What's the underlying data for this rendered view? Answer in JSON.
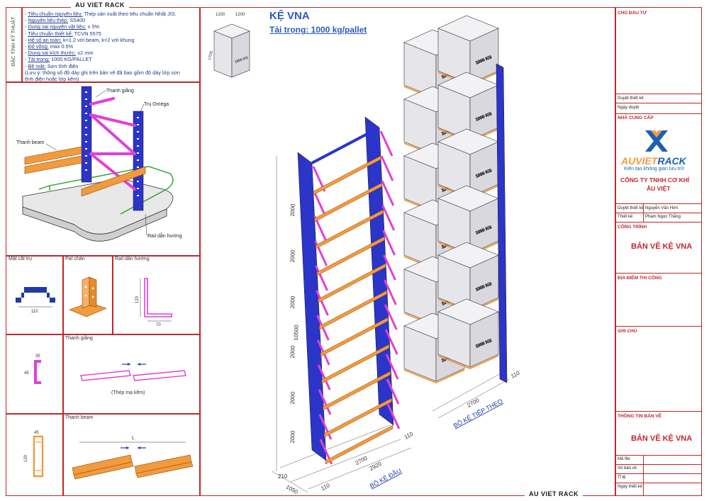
{
  "header": {
    "company_top": "AU VIET RACK",
    "company_bottom": "AU VIET RACK",
    "side_label": "ĐẶC TÍNH KỸ THUẬT"
  },
  "specs": [
    {
      "key": "Tiêu chuẩn nguyên liệu:",
      "val": " Thép sản xuất theo tiêu chuẩn Nhật JIS."
    },
    {
      "key": "Nguyên liệu thép:",
      "val": " SS400"
    },
    {
      "key": "Dung sai nguyên vật liệu:",
      "val": " ± 5%"
    },
    {
      "key": "Tiêu chuẩn thiết kế:",
      "val": " TCVN 5575"
    },
    {
      "key": "Hệ số an toàn:",
      "val": " k=1.2 với beam, k=2 với khung"
    },
    {
      "key": "Độ võng:",
      "val": " max 0.5%"
    },
    {
      "key": "Dung sai kích thước:",
      "val": " ±2 mm"
    },
    {
      "key": "Tải trọng:",
      "val": " 1000 KG/PALLET"
    },
    {
      "key": "Bề mặt:",
      "val": " Sơn tĩnh điện"
    }
  ],
  "spec_note_1": "(Lưu ý: thông số độ dày ghi trên bản vẽ đã bao gồm độ dày lớp sơn",
  "spec_note_2": "tĩnh điện hoặc lớp kẽm)",
  "iso": {
    "thanh_giang": "Thanh giằng",
    "tru_omega": "Trụ Omega",
    "thanh_beam": "Thanh beam",
    "rail": "Rail dẫn hướng"
  },
  "sections": {
    "mat_cat_tru": "Mặt cắt trụ",
    "pat_chan": "Pat chân",
    "rail_dan_huong": "Rail dẫn hướng",
    "thanh_giang": "Thanh giằng",
    "thanh_beam": "Thanh beam",
    "thep_ma_kem": "(Thép mạ kẽm)",
    "dim_110": "110",
    "dim_120": "120",
    "dim_70": "70",
    "dim_35": "35",
    "dim_45": "45",
    "dim_45b": "45",
    "dim_120b": "120",
    "dim_L": "L"
  },
  "title": {
    "main": "KỆ VNA",
    "sub": "Tải trọng: 1000 kg/pallet"
  },
  "pallet_icon": {
    "w": "1200",
    "d": "1200",
    "h": "1700",
    "load": "1000 KG"
  },
  "main_dims": {
    "total_height": "10500",
    "levels": [
      "2000",
      "2000",
      "2000",
      "2000",
      "2000",
      "2000"
    ],
    "bottom_h": "210",
    "depth": "1050",
    "len": "2700",
    "len2": "2920",
    "w110a": "110",
    "w110b": "110",
    "w110c": "110",
    "len_cont": "2700"
  },
  "bay_labels": {
    "first": "BỘ KỆ ĐẦU",
    "next": "BỘ KỆ TIẾP THEO"
  },
  "box_label": "1000 KG",
  "title_block": {
    "chu_dau_tu": "CHỦ ĐẦU TƯ",
    "duyet_tk": "Duyệt thiết kế",
    "ngay_duyet": "Ngày duyệt",
    "nha_cung_cap": "NHÀ CUNG CẤP",
    "logo_au": "AUVIET",
    "logo_rack": "RACK",
    "slogan": "Kiến tạo không gian lưu trữ",
    "cong_ty_1": "CÔNG TY TNHH CƠ KHÍ",
    "cong_ty_2": "ÂU VIỆT",
    "duyet_tk2": "Duyệt thiết kế",
    "nguoi_duyet": "Nguyễn Văn Hơn",
    "thiet_ke": "Thiết kế",
    "nguoi_tk": "Phạm Ngọc Thắng",
    "cong_trinh": "CÔNG TRÌNH",
    "cong_trinh_val": "BẢN VẼ KỆ VNA",
    "dia_diem": "ĐỊA ĐIỂM THI CÔNG",
    "ghi_chu": "GHI CHÚ",
    "thong_tin": "THÔNG TIN BẢN VẼ",
    "thong_tin_val": "BẢN VẼ KỆ VNA",
    "ma_file": "Mã file",
    "so_ban_ve": "Số bản vẽ",
    "ti_le": "Tỉ lệ",
    "ngay_tk": "Ngày thiết kế"
  },
  "colors": {
    "frame": "#c0272d",
    "upright": "#2b35c9",
    "brace": "#e040d8",
    "beam": "#f39a3d",
    "box": "#e9e9ee"
  }
}
